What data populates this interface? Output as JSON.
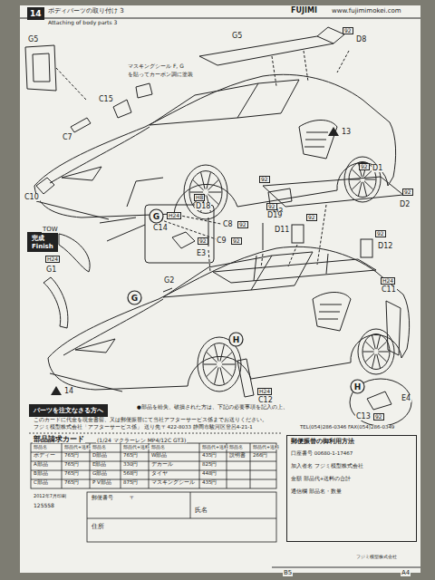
{
  "diagram": {
    "nodes": [
      {
        "text": [
          "14"
        ]
      },
      {
        "text": [
          "完成",
          "Finish"
        ]
      },
      {
        "text": [
          "G"
        ]
      },
      {
        "text": [
          "G"
        ]
      },
      {
        "text": [
          "H"
        ]
      },
      {
        "text": [
          "H"
        ]
      },
      {
        "text": [
          "パーツを注文なさる方へ"
        ]
      },
      {
        "text": [
          "郵便振替の御利用方法"
        ]
      }
    ],
    "labels": [
      "ボディパーツの取り付け 3",
      "Attaching of body parts 3",
      "FUJIMI",
      "www.fujimimokei.com",
      "G5",
      "C7",
      "C10",
      "C15",
      "マスキングシール F, G",
      "を貼ってカーボン調に塗装",
      "G5",
      "92",
      "D8",
      "13",
      "TOW",
      "C8",
      "92",
      "C9",
      "92",
      "92",
      "D3",
      "92",
      "D1",
      "D2",
      "92",
      "D11",
      "92",
      "D12",
      "92",
      "H8",
      "D18",
      "92",
      "D19",
      "H24",
      "C14",
      "E3",
      "92",
      "H24",
      "C11",
      "H24",
      "G1",
      "G2",
      "14",
      "H24",
      "C12",
      "C13",
      "92",
      "E4",
      "●部品を紛失、破損された方は、下記の必要事項を記入の上、",
      "このカードに代金を現金書留、又は郵便振替にて当社アフターサービス係までお送りください。",
      "フジミ模型株式会社「アフターサービス係」 送り先 〒422-8033 静岡市駿河区登呂4-21-1",
      "TEL(054)286-0346 FAX(054)286-0349",
      "部品請求カード",
      "(1/24 マクラーレン MP4/12C GT3)",
      "部品名",
      "部品代+送料",
      "部品名",
      "部品代+送料",
      "部品名",
      "部品代+送料",
      "部品名",
      "部品代+送料",
      "ボディー",
      "765円",
      "D部品",
      "765円",
      "W部品",
      "435円",
      "説明書",
      "266円",
      "A部品",
      "765円",
      "E部品",
      "330円",
      "デカール",
      "825円",
      "B部品",
      "765円",
      "G部品",
      "568円",
      "タイヤ",
      "448円",
      "C部品",
      "765円",
      "P V部品",
      "875円",
      "マスキングシール",
      "435円",
      "2012年7月印刷",
      "125558",
      "郵便番号",
      "〒",
      "氏名",
      "住所",
      "フジミ模型株式会社",
      "口座番号 00680-1-17467",
      "加入者名 フジミ模型株式会社",
      "金額 部品代+送料の合計",
      "通信欄 部品名・数量",
      "B5",
      "A4"
    ]
  }
}
